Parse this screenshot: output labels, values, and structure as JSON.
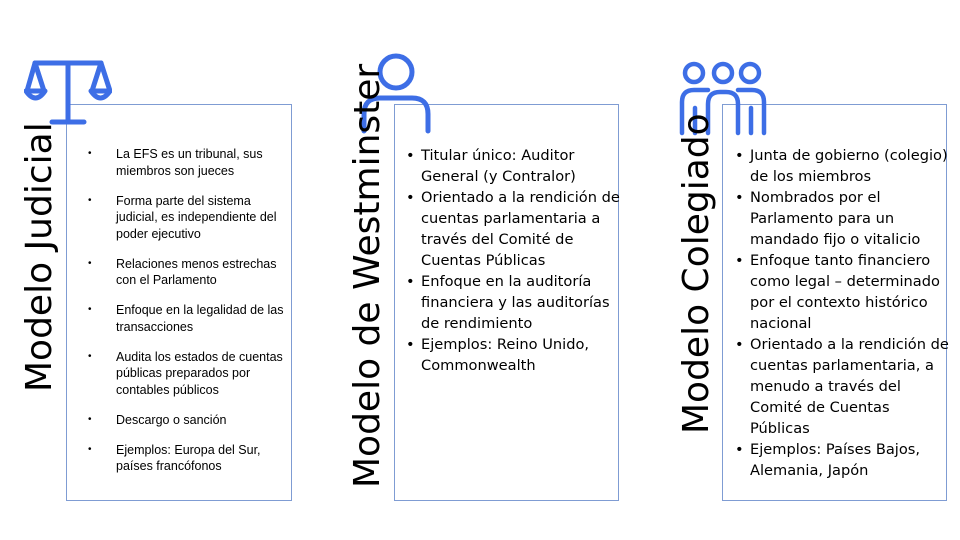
{
  "colors": {
    "icon": "#3d6ee6",
    "box_border": "#7f9cd3"
  },
  "columns": [
    {
      "title": "Modelo Judicial",
      "icon": "scales-icon",
      "bullets": [
        "La EFS es un tribunal, sus miembros son jueces",
        "Forma parte del sistema judicial, es independiente del poder ejecutivo",
        "Relaciones menos estrechas con el Parlamento",
        "Enfoque en la legalidad de las transacciones",
        "Audita los estados de cuentas públicas preparados por contables públicos",
        "Descargo o sanción",
        "Ejemplos: Europa del Sur, países francófonos"
      ]
    },
    {
      "title": "Modelo de Westminster",
      "icon": "person-icon",
      "bullets": [
        "Titular único: Auditor General (y Contralor)",
        "Orientado a la rendición de cuentas parlamentaria a través del Comité de Cuentas Públicas",
        "Enfoque en la auditoría financiera y las auditorías de rendimiento",
        "Ejemplos: Reino Unido, Commonwealth"
      ]
    },
    {
      "title": "Modelo Colegiado",
      "icon": "group-icon",
      "bullets": [
        "Junta de gobierno (colegio) de los miembros",
        "Nombrados por el Parlamento para un mandado fijo o vitalicio",
        "Enfoque tanto financiero como legal – determinado por el contexto histórico nacional",
        "Orientado a la rendición de cuentas parlamentaria, a menudo a través del Comité de Cuentas Públicas",
        "Ejemplos: Países Bajos, Alemania, Japón"
      ]
    }
  ]
}
